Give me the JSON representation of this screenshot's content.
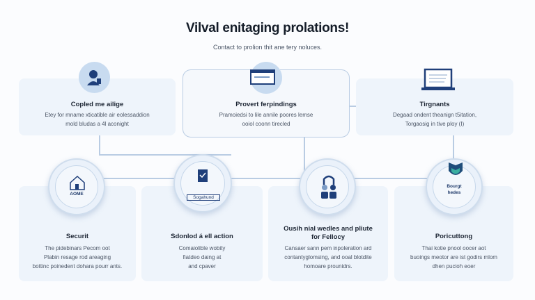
{
  "header": {
    "title": "Vilval enitaging prolations!",
    "subtitle": "Contact to prolion thit ane tery noluces."
  },
  "top_cards": [
    {
      "title": "Copled me ailige",
      "lines": [
        "Etey for mname xticatible air eolessaddion",
        "mold bludas a 4l aconight"
      ],
      "icon": "user-support-icon"
    },
    {
      "title": "Provert ferpindings",
      "lines": [
        "Pramoiedsi to lile annile poores lemse",
        "ooiol coonn tirecled"
      ],
      "icon": "browser-window-icon"
    },
    {
      "title": "Tirgnants",
      "lines": [
        "Degaad ondent theanign t5itation,",
        "Torgaosig in tive ploy (I)"
      ],
      "icon": "laptop-icon"
    }
  ],
  "bottom_cards": [
    {
      "title": "Securit",
      "lines": [
        "The pidebinars Pecom oot",
        "Plabin resage rod areaging",
        "bottinc poinedent dohara pourr ants."
      ],
      "icon": "house-icon",
      "icon_label": "AOME"
    },
    {
      "title": "Sdonlod á ell action",
      "lines": [
        "Comaiolible wobity",
        "fiatdeo daing at",
        "and cpaver"
      ],
      "icon": "document-icon",
      "icon_label": "Sogahund"
    },
    {
      "title": "Ousih nial wedles and pliute for Fellocy",
      "lines": [
        "Cansaer sann pem inpoleration ard",
        "contantyglomsing, and ooal blotdite",
        "homoare prounidrs."
      ],
      "icon": "people-icon"
    },
    {
      "title": "Poricuttong",
      "lines": [
        "Thai kotie pnool oocer aot",
        "buoings meotor are ist godirs mlom",
        "dhen pucioh eoer"
      ],
      "icon": "shield-icon",
      "icon_label": "Bourgt hedes"
    }
  ],
  "colors": {
    "accent": "#1f3f7a",
    "card": "#eef4fb",
    "line": "#b9cce3"
  }
}
